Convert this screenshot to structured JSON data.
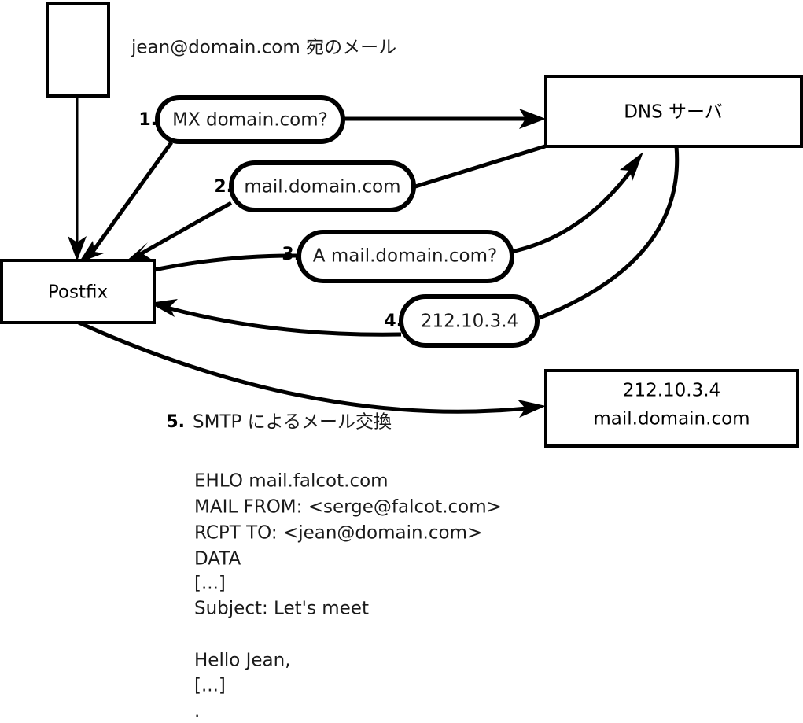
{
  "diagram": {
    "title_text": "jean@domain.com 宛のメール",
    "nodes": [
      {
        "id": "client",
        "label": "",
        "name": "client-box"
      },
      {
        "id": "postfix",
        "label": "Postfix",
        "name": "postfix-box"
      },
      {
        "id": "dns",
        "label": "DNS サーバ",
        "name": "dns-server-box"
      },
      {
        "id": "mailserver",
        "label_line1": "212.10.3.4",
        "label_line2": "mail.domain.com",
        "name": "remote-mail-server-box"
      }
    ],
    "steps": [
      {
        "num": "1.",
        "label": "MX domain.com?"
      },
      {
        "num": "2.",
        "label": "mail.domain.com"
      },
      {
        "num": "3.",
        "label": "A mail.domain.com?"
      },
      {
        "num": "4.",
        "label": "212.10.3.4"
      },
      {
        "num": "5.",
        "label": "SMTP によるメール交換"
      }
    ],
    "transcript": [
      "EHLO mail.falcot.com",
      "MAIL FROM: <serge@falcot.com>",
      "RCPT TO: <jean@domain.com>",
      "DATA",
      "[...]",
      "Subject: Let's meet",
      "",
      "Hello Jean,",
      "[...]",
      "."
    ],
    "colors": {
      "stroke": "#000000",
      "fill": "#ffffff",
      "text": "#1a1a1a"
    }
  }
}
